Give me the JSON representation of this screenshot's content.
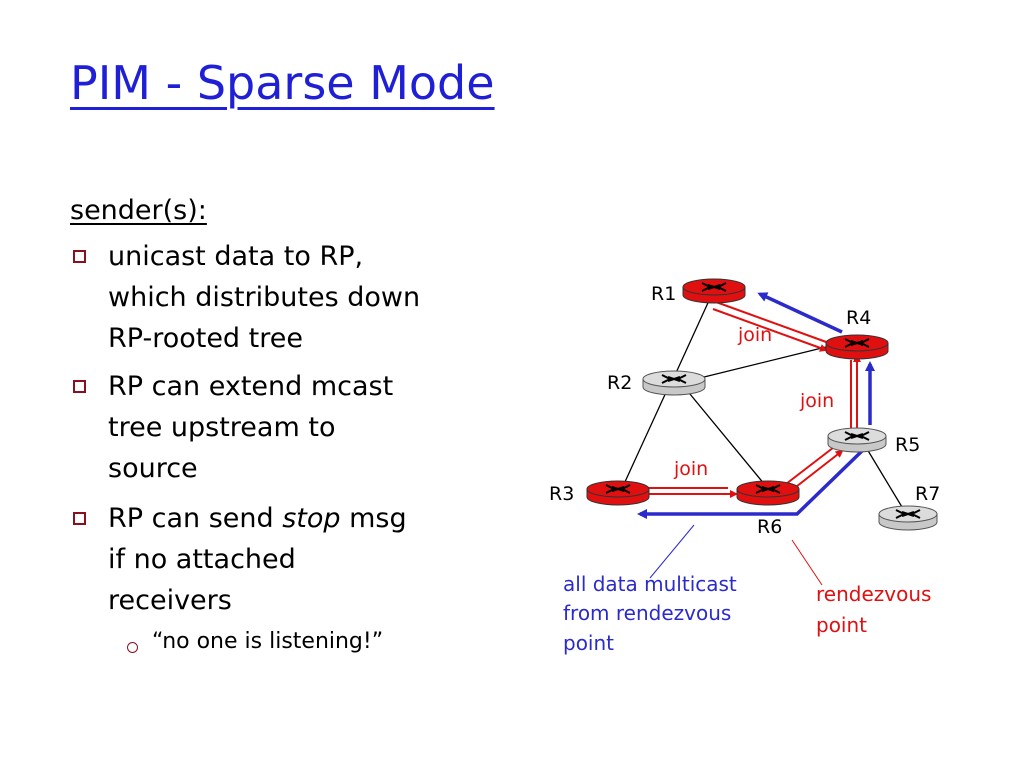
{
  "title": "PIM - Sparse Mode",
  "heading": "sender(s):",
  "bullets": [
    {
      "line1": "unicast data to RP,",
      "line2": "which distributes down",
      "line3": "RP-rooted tree"
    },
    {
      "line1": "RP can extend mcast",
      "line2": "tree upstream to",
      "line3": "source"
    },
    {
      "line1_pre": "RP can send ",
      "line1_em": "stop",
      "line1_post": " msg",
      "line2": "if no attached",
      "line3": "receivers"
    }
  ],
  "sub_bullet": "“no one is listening!”",
  "diagram": {
    "routers": [
      {
        "id": "R1",
        "label": "R1",
        "color": "red"
      },
      {
        "id": "R2",
        "label": "R2",
        "color": "gray"
      },
      {
        "id": "R3",
        "label": "R3",
        "color": "red"
      },
      {
        "id": "R4",
        "label": "R4",
        "color": "red"
      },
      {
        "id": "R5",
        "label": "R5",
        "color": "gray"
      },
      {
        "id": "R6",
        "label": "R6",
        "color": "red"
      },
      {
        "id": "R7",
        "label": "R7",
        "color": "gray"
      }
    ],
    "join_labels": [
      "join",
      "join",
      "join"
    ],
    "annotation_blue": {
      "line1": "all data multicast",
      "line2": "from rendezvous",
      "line3": "point"
    },
    "annotation_red": {
      "line1": "rendezvous",
      "line2": "point"
    },
    "colors": {
      "join": "#e01010",
      "data": "#2b2bcc",
      "router_red": "#e01010",
      "router_gray": "#c8c8c8",
      "title": "#1f1fd6"
    }
  }
}
